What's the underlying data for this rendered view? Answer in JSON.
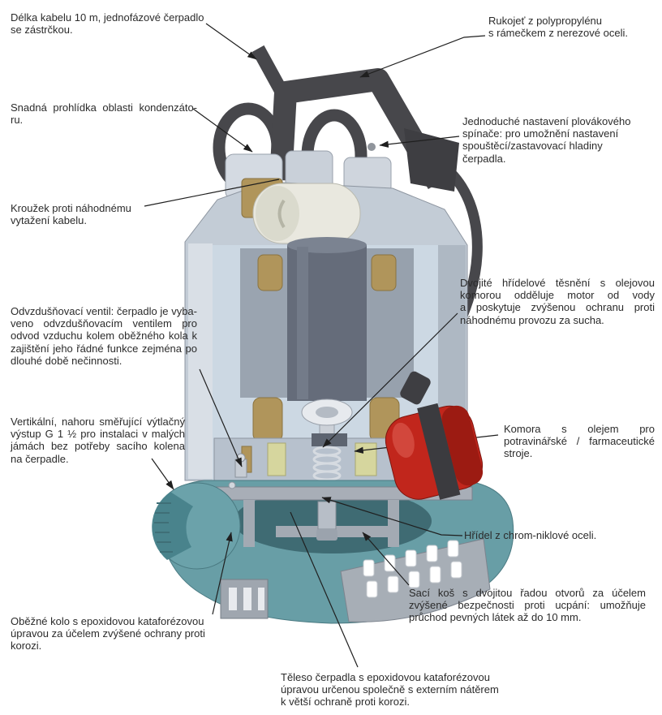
{
  "palette": {
    "background": "#ffffff",
    "text_color": "#2b2b2b",
    "line_color": "#1f1f1f",
    "cable_gray": "#47474b",
    "brass": "#b0955b",
    "oil_yellow": "#d6d69e",
    "teal": "#689ea6",
    "teal_dark": "#4a7a82",
    "teal_deep": "#3f6b73",
    "float_red": "#c1261c",
    "float_band": "#3b3b3f"
  },
  "callouts": [
    {
      "id": "delka-kabelu",
      "lines": [
        "Délka kabelu 10 m, jednofázové čerpadlo",
        "se zástrčkou."
      ]
    },
    {
      "id": "rukojet",
      "lines": [
        "Rukojeť z polypropylénu",
        "s rámečkem z nerezové oceli."
      ]
    },
    {
      "id": "snadna-prohlidka",
      "lines": [
        "Snadná prohlídka oblasti kondenzáto-",
        "ru."
      ]
    },
    {
      "id": "jednoduche-nastaveni",
      "lines": [
        "Jednoduché nastavení plovákového",
        "spínače: pro umožnění nastavení",
        "spouštěcí/zastavovací hladiny",
        "čerpadla."
      ]
    },
    {
      "id": "krouzek",
      "lines": [
        "Kroužek proti náhodnému",
        "vytažení kabelu."
      ]
    },
    {
      "id": "odvzdusnovaci-ventil",
      "lines": [
        "Odvzdušňovací ventil: čerpadlo je vyba-",
        "veno odvzdušňovacím ventilem pro",
        "odvod vzduchu kolem oběžného kola k",
        "zajištění jeho řádné funkce zejména po",
        "dlouhé době nečinnosti."
      ]
    },
    {
      "id": "dvojite-tesneni",
      "lines": [
        "Dvojité hřídelové těsnění s olejovou",
        "komorou odděluje motor od vody",
        "a poskytuje zvýšenou ochranu proti",
        "náhodnému provozu za sucha."
      ]
    },
    {
      "id": "vertikalni-vystup",
      "lines": [
        "Vertikální, nahoru směřující výtlačný",
        "výstup G 1 ½ pro instalaci v malých",
        "jámách bez potřeby sacího kolena",
        "na čerpadle."
      ]
    },
    {
      "id": "komora-s-olejem",
      "lines": [
        "Komora s olejem pro",
        "potravinářské / farmaceutické",
        "stroje."
      ]
    },
    {
      "id": "hridel",
      "lines": [
        "Hřídel z chrom-niklové oceli."
      ]
    },
    {
      "id": "saci-kos",
      "lines": [
        "Sací koš s dvojitou řadou otvorů za účelem",
        "zvýšené bezpečnosti proti ucpání: umožňuje",
        "průchod pevných látek až do 10 mm."
      ]
    },
    {
      "id": "obezne-kolo",
      "lines": [
        "Oběžné kolo s epoxidovou kataforézovou",
        "úpravou za účelem zvýšené ochrany proti",
        "korozi."
      ]
    },
    {
      "id": "teleso-cerpadla",
      "lines": [
        "Těleso čerpadla s epoxidovou kataforézovou",
        "úpravou určenou společně s externím nátěrem",
        "k větší ochraně proti korozi."
      ]
    }
  ]
}
